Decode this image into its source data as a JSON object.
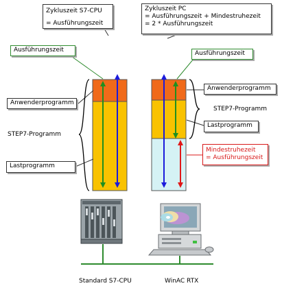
{
  "left": {
    "cycle_box": {
      "line1": "Zykluszeit S7-CPU",
      "line2": "= Ausführungszeit"
    },
    "exec_time_label": "Ausführungszeit",
    "user_program_label": "Anwenderprogramm",
    "step7_label": "STEP7-Programm",
    "load_program_label": "Lastprogramm",
    "caption": "Standard S7-CPU"
  },
  "right": {
    "cycle_box": {
      "line1": "Zykluszeit PC",
      "line2": "= Ausführungszeit + Mindestruhezeit",
      "line3": "= 2 * Ausführungszeit"
    },
    "exec_time_label": "Ausführungszeit",
    "user_program_label": "Anwenderprogramm",
    "step7_label": "STEP7-Programm",
    "load_program_label": "Lastprogramm",
    "min_rest_box": {
      "line1": "Mindestruhezeit",
      "line2": "= Ausführungszeit"
    },
    "caption": "WinAC RTX"
  },
  "colors": {
    "user_program": "#f06a1a",
    "step7": "#f9c200",
    "rest": "#d5f2f5",
    "blue_arrow": "#1a1adc",
    "green_arrow": "#1f8f1f",
    "red_arrow": "#e01818",
    "network": "#2e8b2e"
  }
}
